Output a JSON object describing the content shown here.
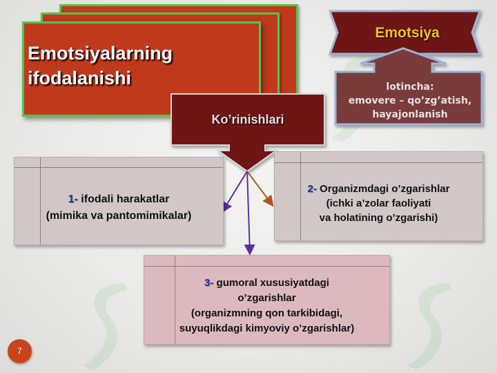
{
  "title": {
    "line1": "Emotsiyalarning",
    "line2": "ifodalanishi"
  },
  "emotsiya_label": "Emotsiya",
  "latin": {
    "line1": "lotincha:",
    "line2": "emovere – qo’zg’atish,",
    "line3": "hayajonlanish"
  },
  "korinishlari_label": "Ko’rinishlari",
  "box1": {
    "num": "1-",
    "line1": " ifodali harakatlar",
    "line2": "(mimika va pantomimikalar)"
  },
  "box2": {
    "num": "2-",
    "line1": " Organizmdagi o’zgarishlar",
    "line2": "(ichki a’zolar faoliyati",
    "line3": "va holatining o’zgarishi)"
  },
  "box3": {
    "num": "3-",
    "line1": " gumoral xususiyatdagi",
    "line2": "o’zgarishlar",
    "line3": "(organizmning qon tarkibidagi,",
    "line4": "suyuqlikdagi kimyoviy o’zgarishlar)"
  },
  "slide_number": "7",
  "colors": {
    "card_red": "#c0391b",
    "card_border_green": "#4fc64f",
    "maroon": "#6e1214",
    "arrow_fill": "#7a3b3b",
    "box_fill": "#d1c7c6",
    "box3_fill": "#dcb9be",
    "number_blue": "#1d2fb0",
    "emotsiya_text": "#f2c21a"
  }
}
